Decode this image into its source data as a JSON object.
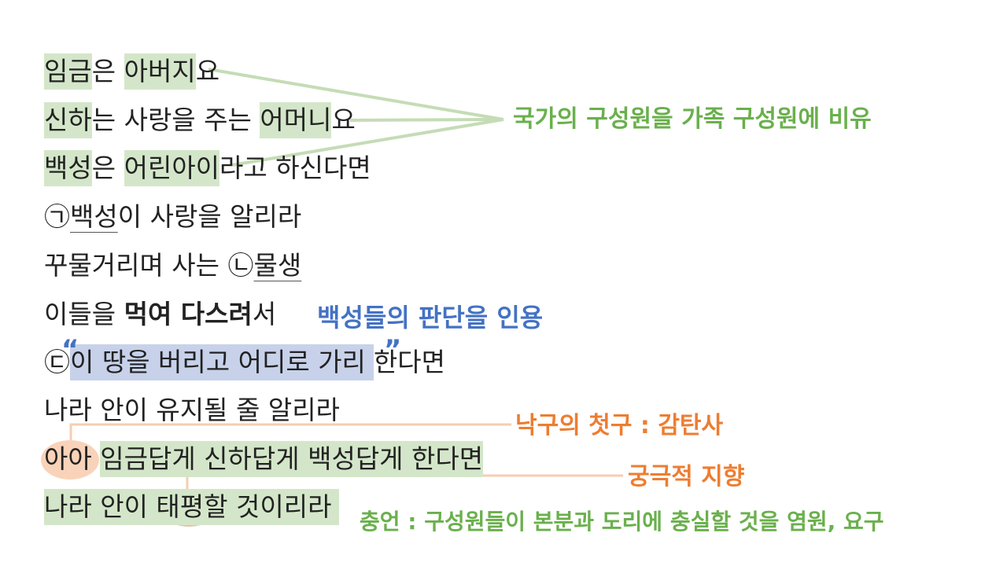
{
  "poem": {
    "line1": {
      "a": "임금",
      "b": "은 ",
      "c": "아버지",
      "d": "요"
    },
    "line2": {
      "a": "신하",
      "b": "는 사랑을 주는 ",
      "c": "어머니",
      "d": "요"
    },
    "line3": {
      "a": "백성",
      "b": "은 ",
      "c": "어린아이",
      "d": "라고 하신다면"
    },
    "line4": {
      "mark": "㉠",
      "a": "백성",
      "b": "이 사랑을 알리라"
    },
    "line5": {
      "a": "꾸물거리며 사는 ",
      "mark": "㉡",
      "b": "물생"
    },
    "line6": {
      "a": "이들을 ",
      "b": "먹여 다스려",
      "c": "서"
    },
    "line7": {
      "mark": "㉢",
      "a": "이 땅을 버리고 어디로 가리",
      "b": "한다면"
    },
    "line8": {
      "a": "나라 안이 유지될 줄 알리라"
    },
    "line9": {
      "a": "아아",
      "b": " ",
      "c": "임금답게 신하답게 백성답게 한다면"
    },
    "line10": {
      "a": "나라 안이 ",
      "b": "태평",
      "c": "할 것이리라"
    }
  },
  "notes": {
    "family_metaphor": "국가의 구성원을 가족 구성원에 비유",
    "quote_people": "백성들의 판단을 인용",
    "first_phrase": "낙구의 첫구 : 감탄사",
    "ultimate_goal": "궁극적 지향",
    "advice": "충언 : 구성원들이 본분과 도리에 충실할 것을 염원, 요구"
  },
  "quotes": {
    "open": "“",
    "close": "”"
  },
  "colors": {
    "highlight_green": "#d4e6c9",
    "highlight_blue": "#c7d2ea",
    "note_green": "#6ab04c",
    "note_blue": "#4472c4",
    "note_orange": "#ed7d31",
    "connector_green": "#c5dcb6",
    "connector_orange": "#f7cdb0"
  }
}
